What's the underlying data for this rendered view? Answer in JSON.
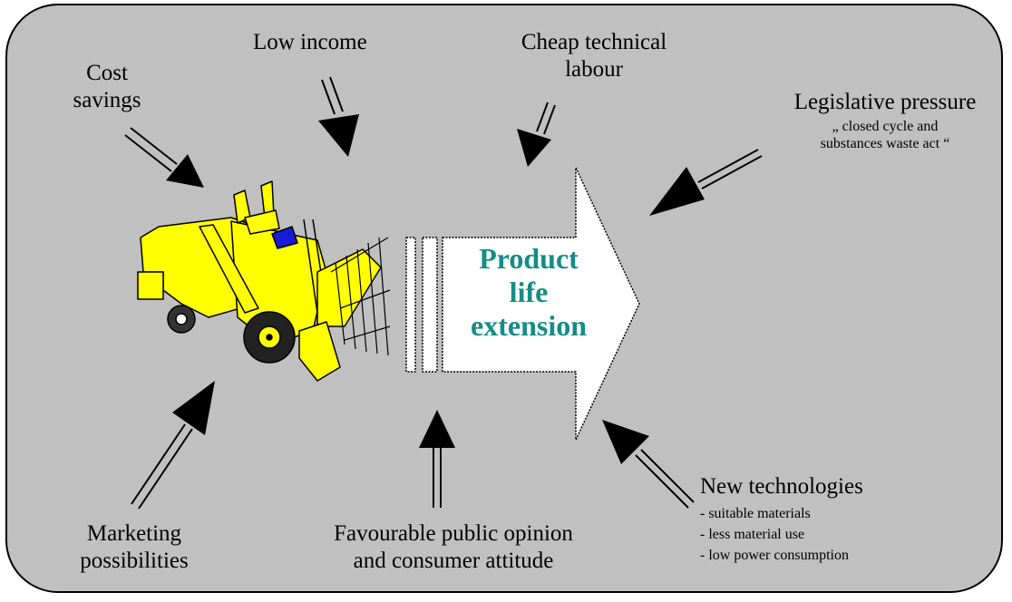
{
  "diagram": {
    "center_title_lines": [
      "Product",
      "life",
      "extension"
    ],
    "factors": {
      "cost_savings": [
        "Cost",
        "savings"
      ],
      "low_income": "Low income",
      "cheap_labour": [
        "Cheap technical",
        "labour"
      ],
      "legislative": {
        "title": "Legislative pressure",
        "note_lines": [
          "„ closed cycle and",
          "substances waste act “"
        ]
      },
      "marketing": [
        "Marketing",
        "possibilities"
      ],
      "public_opinion": [
        "Favourable public opinion",
        "and consumer attitude"
      ],
      "new_tech": {
        "title": "New technologies",
        "items": [
          "- suitable materials",
          "- less material use",
          "- low power  consumption"
        ]
      }
    },
    "colors": {
      "panel": "#c0c0c0",
      "title": "#158c87",
      "machine": "#ffff00",
      "cab": "#1a1ad6"
    },
    "icons": [
      "harvester-machine-icon",
      "double-line-arrow-icon",
      "big-arrow-icon"
    ]
  }
}
